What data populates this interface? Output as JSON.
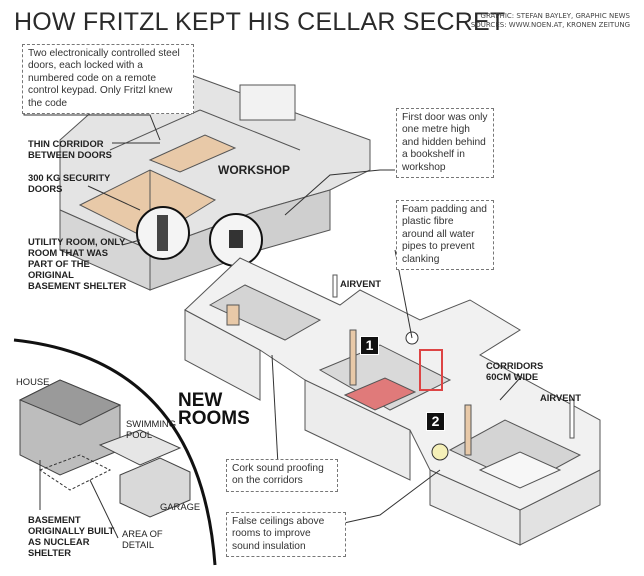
{
  "title": "HOW FRITZL KEPT HIS CELLAR SECRET",
  "credit": {
    "line1": "GRAPHIC: STEFAN BAYLEY, GRAPHIC NEWS",
    "line2": "SOURCES: WWW.NOEN.AT, KRONEN ZEITUNG"
  },
  "callouts": {
    "steel_doors": "Two electronically controlled steel doors, each locked with a numbered code on a remote control keypad. Only Fritzl knew the code",
    "first_door": "First door was only one metre high and hidden behind a bookshelf in workshop",
    "foam": "Foam padding and plastic fibre around all water pipes to prevent clanking",
    "cork": "Cork sound proofing on the corridors",
    "ceilings": "False ceilings above rooms to improve sound insulation"
  },
  "labels": {
    "thin_corridor": "THIN CORRIDOR BETWEEN DOORS",
    "security_doors": "300 KG SECURITY DOORS",
    "utility_room": "UTILITY ROOM, ONLY ROOM THAT WAS PART OF THE ORIGINAL BASEMENT SHELTER",
    "workshop": "WORKSHOP",
    "airvent_1": "AIRVENT",
    "airvent_2": "AIRVENT",
    "corridors": "CORRIDORS 60cm WIDE",
    "new_rooms": "NEW ROOMS",
    "house": "HOUSE",
    "swimming_pool": "SWIMMING POOL",
    "garage": "GARAGE",
    "basement": "BASEMENT ORIGINALLY BUILT AS NUCLEAR SHELTER",
    "area_of_detail": "AREA OF DETAIL"
  },
  "markers": {
    "door1": "1",
    "door2": "2"
  },
  "colors": {
    "wall": "#e9e9e9",
    "wall_dark": "#bdbdbd",
    "floor": "#dcdcdc",
    "tan": "#e8c9a8",
    "pink": "#e07a7a",
    "ink": "#222222"
  }
}
